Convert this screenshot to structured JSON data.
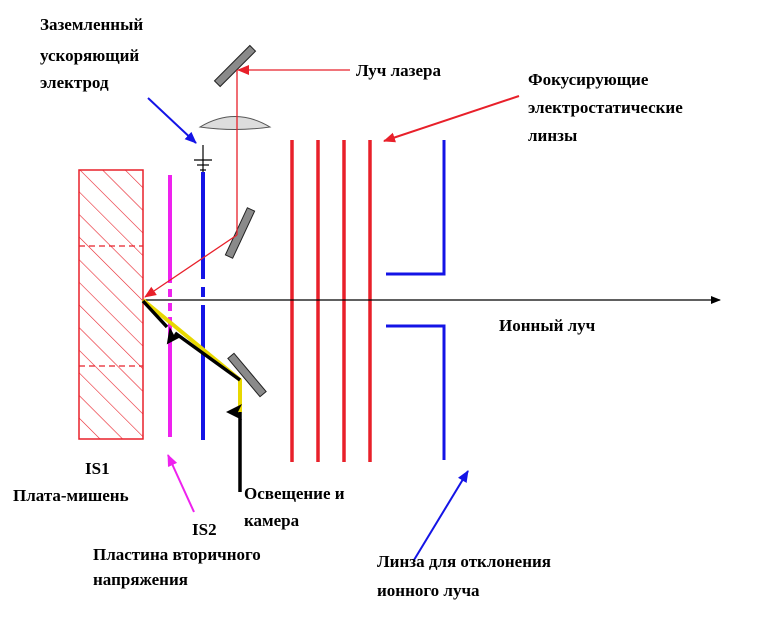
{
  "labels": {
    "grounded_electrode": [
      "Заземленный",
      "ускоряющий",
      "электрод"
    ],
    "laser_beam": "Луч лазера",
    "focusing_lenses": [
      "Фокусирующие",
      "электростатические",
      "линзы"
    ],
    "ion_beam": "Ионный луч",
    "is1": "IS1",
    "target_plate": "Плата-мишень",
    "is2": "IS2",
    "secondary_plate": [
      "Пластина вторичного",
      "напряжения"
    ],
    "illumination": [
      "Освещение и",
      "камера"
    ],
    "deflection_lens": [
      "Линза для отклонения",
      "ионного  луча"
    ]
  },
  "colors": {
    "red": "#e8202a",
    "blue": "#1414e6",
    "magenta": "#ee22ee",
    "black": "#000000",
    "yellow": "#e8d800",
    "gray": "#8a8a8a"
  }
}
